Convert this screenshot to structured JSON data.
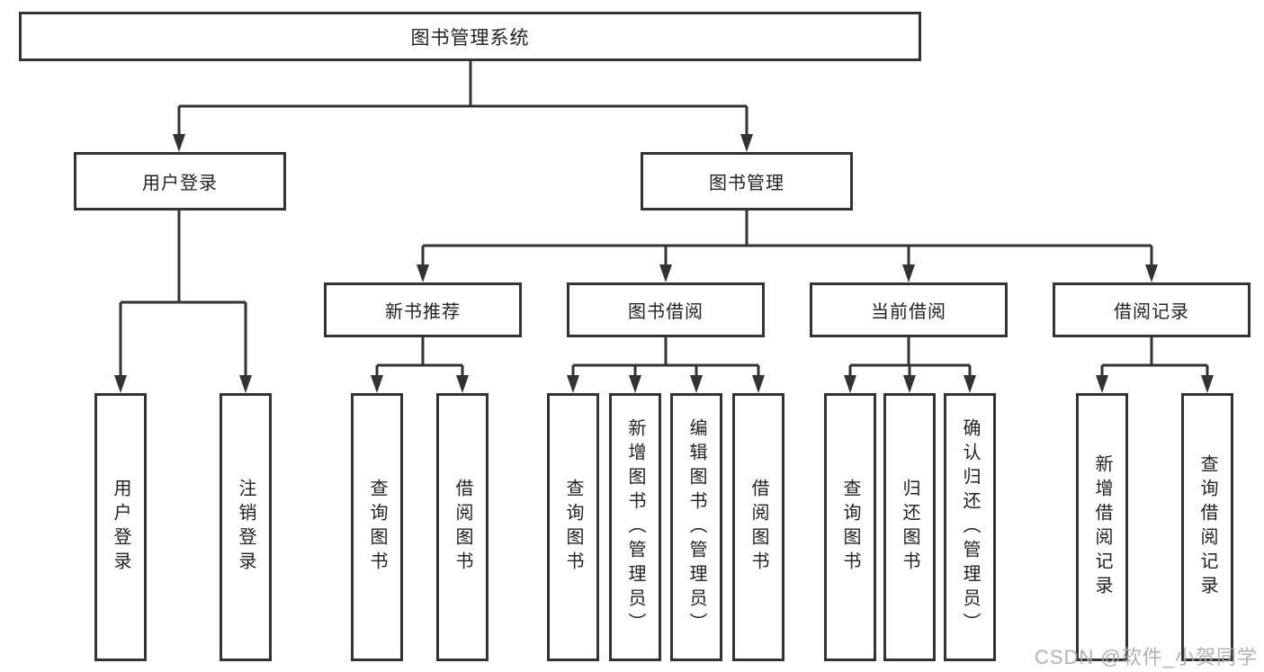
{
  "diagram": {
    "root": {
      "label": "图书管理系统"
    },
    "branches": [
      {
        "label": "用户登录",
        "children": [
          {
            "label": "用户登录"
          },
          {
            "label": "注销登录"
          }
        ]
      },
      {
        "label": "图书管理",
        "children": [
          {
            "label": "新书推荐",
            "children": [
              {
                "label": "查询图书"
              },
              {
                "label": "借阅图书"
              }
            ]
          },
          {
            "label": "图书借阅",
            "children": [
              {
                "label": "查询图书"
              },
              {
                "label": "新增图书（管理员）"
              },
              {
                "label": "编辑图书（管理员）"
              },
              {
                "label": "借阅图书"
              }
            ]
          },
          {
            "label": "当前借阅",
            "children": [
              {
                "label": "查询图书"
              },
              {
                "label": "归还图书"
              },
              {
                "label": "确认归还（管理员）"
              }
            ]
          },
          {
            "label": "借阅记录",
            "children": [
              {
                "label": "新增借阅记录"
              },
              {
                "label": "查询借阅记录"
              }
            ]
          }
        ]
      }
    ]
  },
  "watermark": "CSDN @软件_小贺同学",
  "colors": {
    "line": "#333333",
    "text": "#222222",
    "watermark": "#aaaaaa",
    "background": "#ffffff"
  }
}
